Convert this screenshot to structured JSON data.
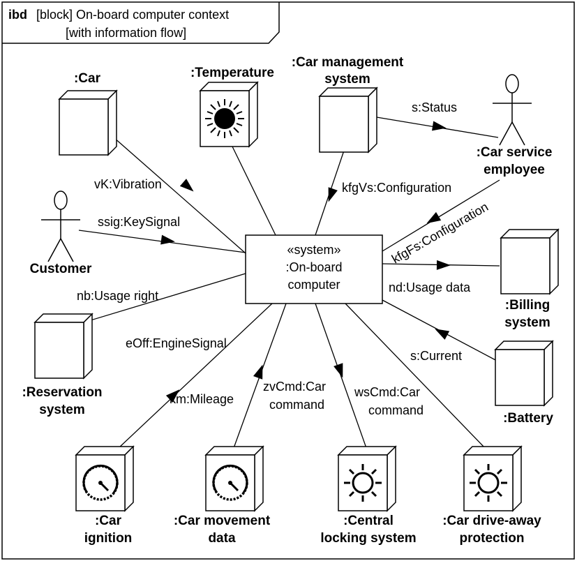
{
  "frame": {
    "kind": "ibd",
    "header_line1": "[block] On-board computer context",
    "header_line2": "[with information flow]"
  },
  "system": {
    "stereotype": "«system»",
    "name_line1": ":On-board",
    "name_line2": "computer"
  },
  "blocks": {
    "car": ":Car",
    "temperature": ":Temperature",
    "car_management_line1": ":Car management",
    "car_management_line2": "system",
    "car_service_line1": ":Car service",
    "car_service_line2": "employee",
    "customer": "Customer",
    "billing_line1": ":Billing",
    "billing_line2": "system",
    "reservation_line1": ":Reservation",
    "reservation_line2": "system",
    "battery": ":Battery",
    "car_ignition_line1": ":Car",
    "car_ignition_line2": "ignition",
    "car_movement_line1": ":Car movement",
    "car_movement_line2": "data",
    "central_locking_line1": ":Central",
    "central_locking_line2": "locking system",
    "drive_away_line1": ":Car drive-away",
    "drive_away_line2": "protection"
  },
  "flows": {
    "vibration": "vK:Vibration",
    "status": "s:Status",
    "kfgvs": "kfgVs:Configuration",
    "kfgfs": "kfgFs:Configuration",
    "keysignal": "ssig:KeySignal",
    "usage_right": "nb:Usage right",
    "usage_data": "nd:Usage data",
    "engine_signal": "eOff:EngineSignal",
    "current": "s:Current",
    "mileage": "km:Mileage",
    "zv_line1": "zvCmd:Car",
    "zv_line2": "command",
    "ws_line1": "wsCmd:Car",
    "ws_line2": "command"
  }
}
